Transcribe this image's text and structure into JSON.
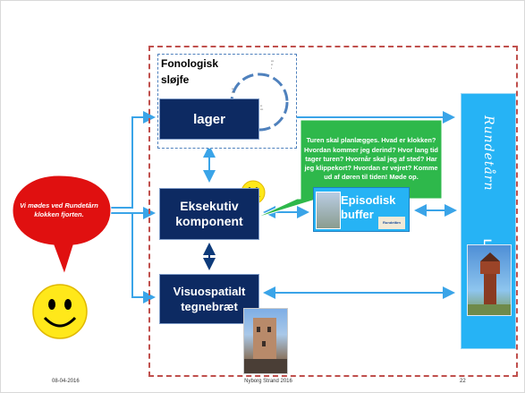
{
  "slide": {
    "footer": {
      "date": "08-04-2016",
      "center": "Nyborg Strand 2016",
      "page": "22"
    },
    "components": {
      "phonological_loop_title_line1": "Fonologisk",
      "phonological_loop_title_line2": "sløjfe",
      "store": "lager",
      "executive_line1": "Eksekutiv",
      "executive_line2": "komponent",
      "visuospatial_line1": "Visuospatialt",
      "visuospatial_line2": "tegnebræt",
      "episodic_line1": "Episodisk",
      "episodic_line2": "buffer",
      "episodic_map_label": "Rundetårn"
    },
    "ltm_panel": {
      "title": "Rundetårn",
      "subtitle": "LTH"
    },
    "speech_bubble": "Vi mødes ved Rundetårn klokken fjorten.",
    "thought_bubble": "Turen skal planlægges. Hvad er klokken? Hvordan kommer jeg derind? Hvor lang tid tager turen? Hvornår skal jeg af sted? Har jeg klippekort? Hvordan er vejret? Komme ud af døren til tiden! Møde op.",
    "colors": {
      "navy": "#0d2a62",
      "sky_blue": "#26b3f5",
      "arrow_blue": "#3aa4e8",
      "green_bubble": "#2eb84b",
      "red_bubble": "#e01010",
      "smiley_yellow": "#ffe81a",
      "dashed_frame": "#c0504d"
    },
    "icons": [
      "smiley-face-icon",
      "smiley-face-icon"
    ]
  }
}
